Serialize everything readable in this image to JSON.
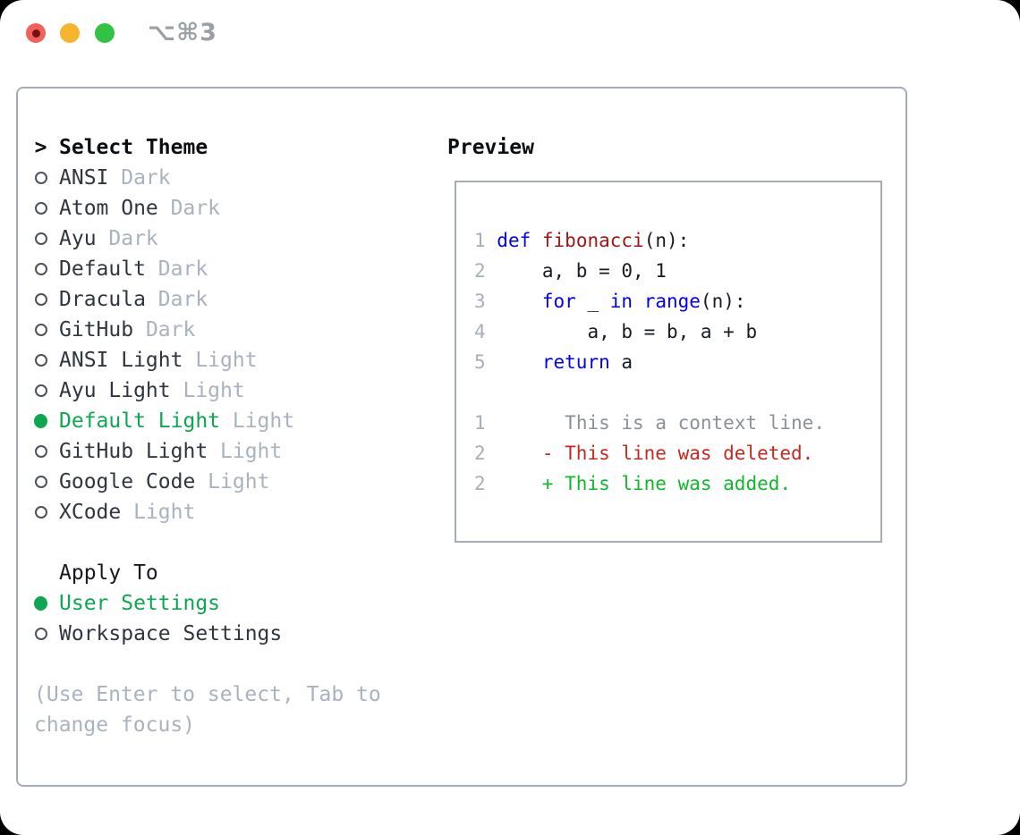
{
  "window": {
    "title_shortcut": "⌥⌘3"
  },
  "colors": {
    "accent-green": "#0ca750",
    "muted-gray": "#a9b2bf",
    "text-dark": "#30363f",
    "header-black": "#0b0e13",
    "ring-gray": "#4b525c",
    "panel-border": "#a7adb6",
    "title-gray": "#9aa0a6",
    "light-red": "#f2605a",
    "red-dot": "#731210",
    "light-yellow": "#f7b42d",
    "light-green": "#31c343"
  },
  "theme_list": {
    "cursor": ">",
    "header": "Select Theme",
    "items": [
      {
        "name": "ANSI",
        "variant": "Dark",
        "selected": false
      },
      {
        "name": "Atom One",
        "variant": "Dark",
        "selected": false
      },
      {
        "name": "Ayu",
        "variant": "Dark",
        "selected": false
      },
      {
        "name": "Default",
        "variant": "Dark",
        "selected": false
      },
      {
        "name": "Dracula",
        "variant": "Dark",
        "selected": false
      },
      {
        "name": "GitHub",
        "variant": "Dark",
        "selected": false
      },
      {
        "name": "ANSI Light",
        "variant": "Light",
        "selected": false
      },
      {
        "name": "Ayu Light",
        "variant": "Light",
        "selected": false
      },
      {
        "name": "Default Light",
        "variant": "Light",
        "selected": true
      },
      {
        "name": "GitHub Light",
        "variant": "Light",
        "selected": false
      },
      {
        "name": "Google Code",
        "variant": "Light",
        "selected": false
      },
      {
        "name": "XCode",
        "variant": "Light",
        "selected": false
      }
    ]
  },
  "apply_to": {
    "header": "Apply To",
    "options": [
      {
        "label": "User Settings",
        "selected": true
      },
      {
        "label": "Workspace Settings",
        "selected": false
      }
    ]
  },
  "hint": "(Use Enter to select, Tab to change focus)",
  "preview": {
    "header": "Preview",
    "token_colors": {
      "ln": "#a6afbb",
      "kw": "#0000f5",
      "fn": "#a31515",
      "pl": "#171c24",
      "ctx": "#8a9199",
      "del": "#c8281e",
      "add": "#0fb928"
    },
    "lines": [
      {
        "tokens": [
          {
            "t": "1 ",
            "c": "ln"
          },
          {
            "t": "def",
            "c": "kw"
          },
          {
            "t": " ",
            "c": "pl"
          },
          {
            "t": "fibonacci",
            "c": "fn"
          },
          {
            "t": "(n):",
            "c": "pl"
          }
        ]
      },
      {
        "tokens": [
          {
            "t": "2 ",
            "c": "ln"
          },
          {
            "t": "    a, b = 0, 1",
            "c": "pl"
          }
        ]
      },
      {
        "tokens": [
          {
            "t": "3 ",
            "c": "ln"
          },
          {
            "t": "    ",
            "c": "pl"
          },
          {
            "t": "for",
            "c": "kw"
          },
          {
            "t": " _ ",
            "c": "pl"
          },
          {
            "t": "in",
            "c": "kw"
          },
          {
            "t": " ",
            "c": "pl"
          },
          {
            "t": "range",
            "c": "kw"
          },
          {
            "t": "(n):",
            "c": "pl"
          }
        ]
      },
      {
        "tokens": [
          {
            "t": "4 ",
            "c": "ln"
          },
          {
            "t": "        a, b = b, a + b",
            "c": "pl"
          }
        ]
      },
      {
        "tokens": [
          {
            "t": "5 ",
            "c": "ln"
          },
          {
            "t": "    ",
            "c": "pl"
          },
          {
            "t": "return",
            "c": "kw"
          },
          {
            "t": " a",
            "c": "pl"
          }
        ]
      },
      {
        "tokens": []
      },
      {
        "tokens": [
          {
            "t": "1",
            "c": "ln"
          },
          {
            "t": "       ",
            "c": "pl"
          },
          {
            "t": "This is a context line.",
            "c": "ctx"
          }
        ]
      },
      {
        "tokens": [
          {
            "t": "2",
            "c": "ln"
          },
          {
            "t": "     ",
            "c": "pl"
          },
          {
            "t": "- This line was deleted.",
            "c": "del"
          }
        ]
      },
      {
        "tokens": [
          {
            "t": "2",
            "c": "ln"
          },
          {
            "t": "     ",
            "c": "pl"
          },
          {
            "t": "+ This line was added.",
            "c": "add"
          }
        ]
      }
    ]
  }
}
